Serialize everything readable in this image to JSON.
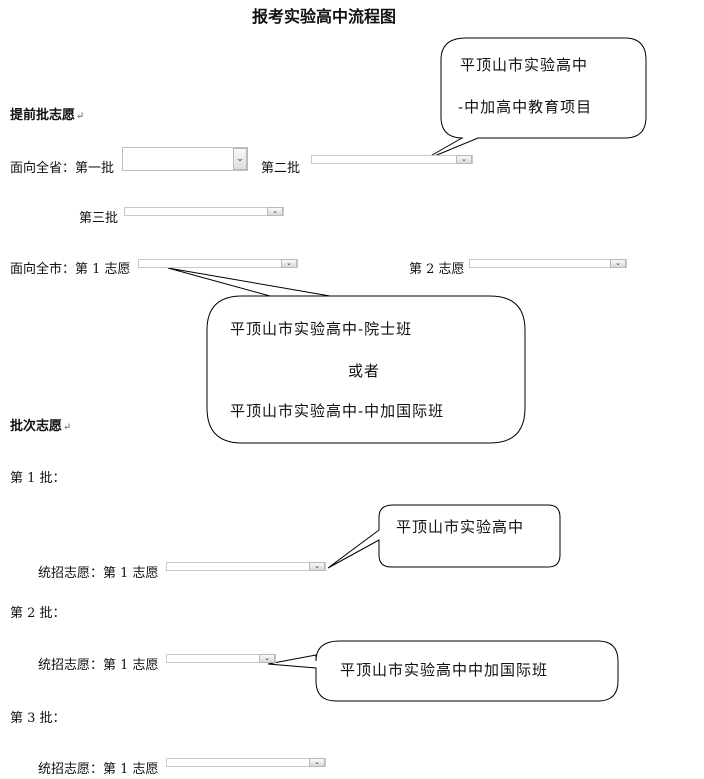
{
  "title": "报考实验高中流程图",
  "early": {
    "heading": "提前批志愿",
    "province_label": "面向全省：第一批",
    "batch2_label": "第二批",
    "batch3_label": "第三批",
    "city_label": "面向全市：第 1 志愿",
    "city_choice2_label": "第 2 志愿"
  },
  "batch": {
    "heading": "批次志愿",
    "b1_label": "第 1 批：",
    "b2_label": "第 2 批：",
    "b3_label": "第 3 批：",
    "unified_label": "统招志愿：第 1 志愿"
  },
  "callouts": {
    "c1_line1": "平顶山市实验高中",
    "c1_line2": "-中加高中教育项目",
    "c2_line1": "平顶山市实验高中-院士班",
    "c2_line2": "或者",
    "c2_line3": "平顶山市实验高中-中加国际班",
    "c3_text": "平顶山市实验高中",
    "c4_text": "平顶山市实验高中中加国际班"
  },
  "para_mark": "↵",
  "icons": {
    "dropdown": "chevron-down-icon"
  }
}
